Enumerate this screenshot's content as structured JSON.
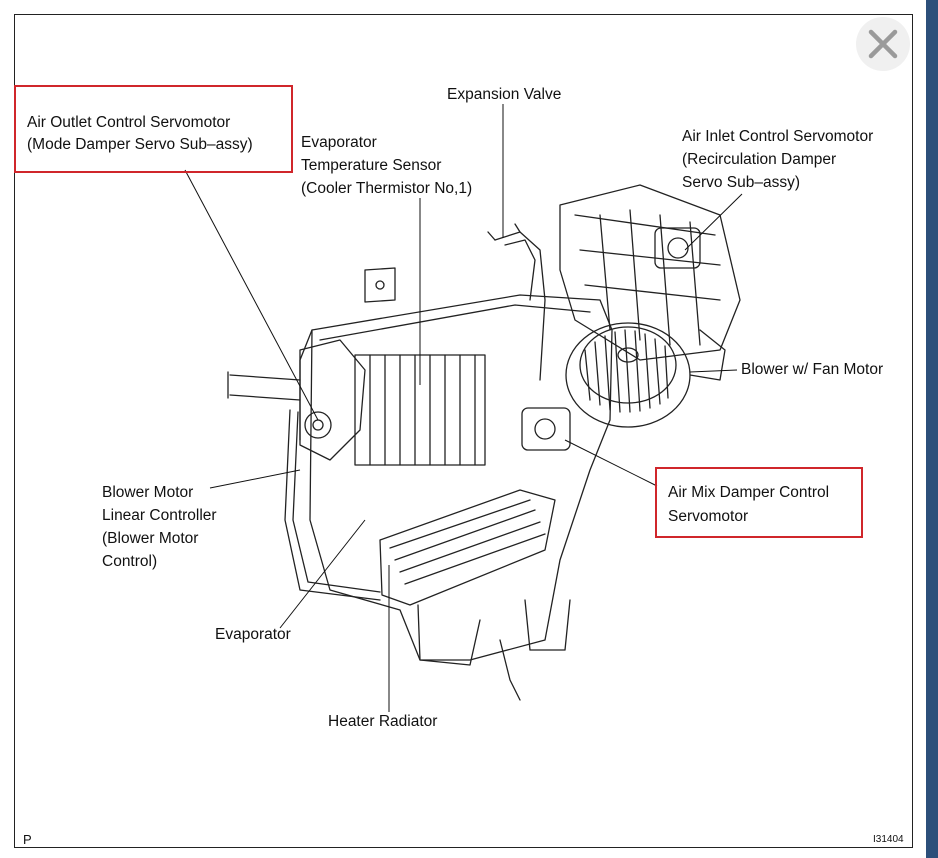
{
  "labels": {
    "air_outlet_line1": "Air Outlet Control Servomotor",
    "air_outlet_line2": "(Mode Damper Servo Sub–assy)",
    "expansion_valve": "Expansion Valve",
    "evap_sensor_line1": "Evaporator",
    "evap_sensor_line2": "Temperature Sensor",
    "evap_sensor_line3": "(Cooler Thermistor No,1)",
    "air_inlet_line1": "Air Inlet Control Servomotor",
    "air_inlet_line2": "(Recirculation Damper",
    "air_inlet_line3": "Servo Sub–assy)",
    "blower_fan_motor": "Blower w/ Fan Motor",
    "blower_ctrl_line1": "Blower Motor",
    "blower_ctrl_line2": "Linear Controller",
    "blower_ctrl_line3": "(Blower Motor",
    "blower_ctrl_line4": "Control)",
    "air_mix_line1": "Air Mix Damper Control",
    "air_mix_line2": "Servomotor",
    "evaporator": "Evaporator",
    "heater_radiator": "Heater Radiator"
  },
  "corner": {
    "left": "P",
    "right": "I31404"
  },
  "colors": {
    "highlight_border": "#d0262b",
    "window_edge": "#2c4f7a",
    "close_button_bg": "#f0f0f0",
    "close_icon": "#9a9a9a"
  },
  "icons": {
    "close": "close-icon"
  }
}
